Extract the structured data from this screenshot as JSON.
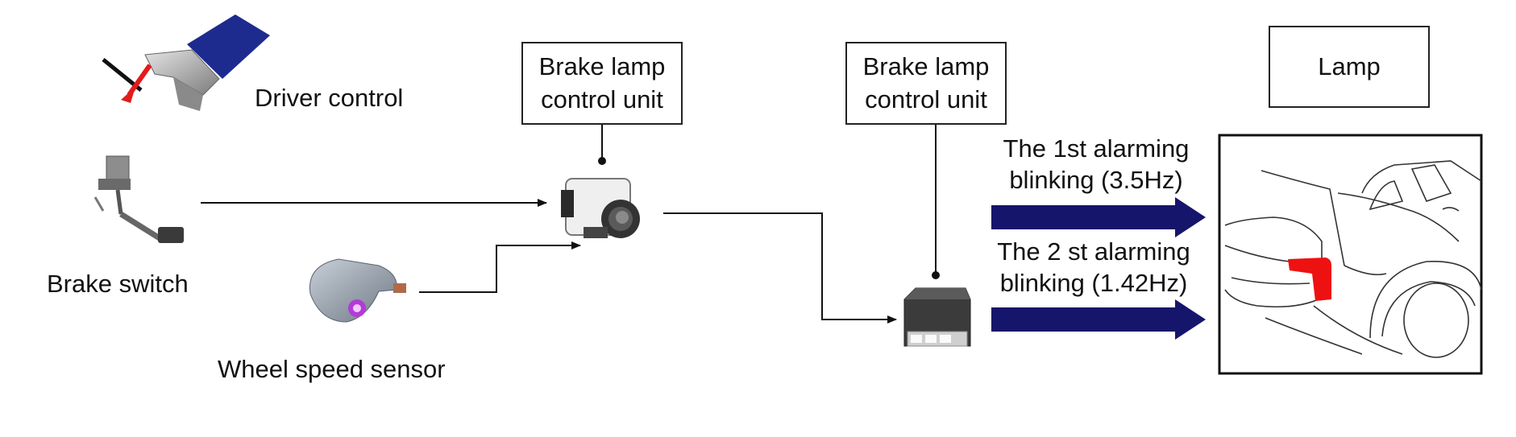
{
  "labels": {
    "driver_control": "Driver control",
    "brake_switch": "Brake switch",
    "wheel_speed_sensor": "Wheel speed sensor",
    "unit1_line1": "Brake lamp",
    "unit1_line2": "control unit",
    "unit2_line1": "Brake lamp",
    "unit2_line2": "control unit",
    "lamp": "Lamp",
    "alarm1_line1": "The 1st alarming",
    "alarm1_line2": "blinking (3.5Hz)",
    "alarm2_line1": "The 2 st alarming",
    "alarm2_line2": "blinking (1.42Hz)"
  },
  "colors": {
    "arrow_fill": "#15156b",
    "pedal_blue": "#1d2b8f",
    "lamp_red": "#ee1111",
    "line": "#111111"
  }
}
